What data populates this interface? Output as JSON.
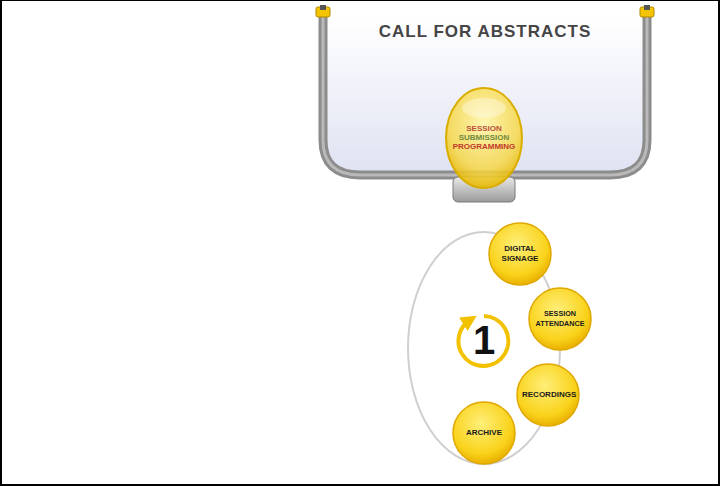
{
  "diagram": {
    "nodes": [
      {
        "text": [
          "CALL FOR ABSTRACTS"
        ]
      },
      {
        "text": [
          "SESSION",
          "SUBMISSION",
          "PROGRAMMING"
        ],
        "in": 0
      },
      {
        "text": [
          "DIGITAL SIGNAGE"
        ]
      },
      {
        "text": [
          "SESSION ATTENDANCE"
        ]
      },
      {
        "text": [
          "RECORDINGS"
        ]
      },
      {
        "text": [
          "ARCHIVE"
        ]
      }
    ],
    "labels": [
      "1"
    ]
  }
}
